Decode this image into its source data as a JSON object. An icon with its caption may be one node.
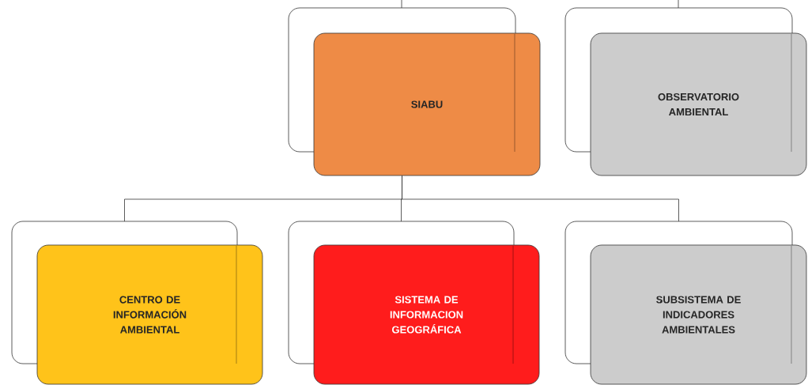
{
  "diagram": {
    "nodes": [
      {
        "text": [
          "SIABU"
        ]
      },
      {
        "text": [
          "OBSERVATORIO AMBIENTAL"
        ]
      },
      {
        "text": [
          "CENTRO DE INFORMACIÓN AMBIENTAL"
        ]
      },
      {
        "text": [
          "SISTEMA DE INFORMACION GEOGRÁFICA"
        ]
      },
      {
        "text": [
          "SUBSISTEMA DE INDICADORES AMBIENTALES"
        ]
      }
    ],
    "edges": [
      {
        "from": 0,
        "to": 2,
        "arrow": "none"
      },
      {
        "from": 0,
        "to": 3,
        "arrow": "none"
      },
      {
        "from": 0,
        "to": 4,
        "arrow": "none"
      }
    ]
  }
}
